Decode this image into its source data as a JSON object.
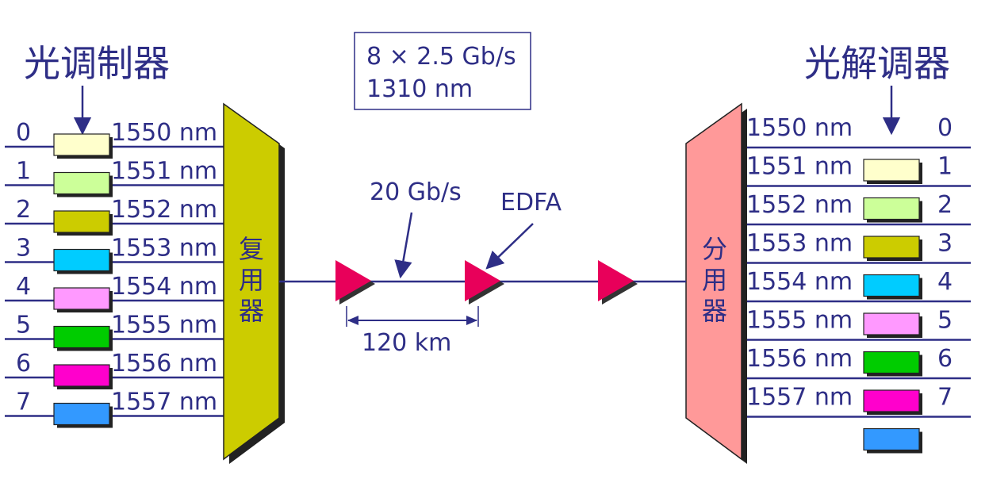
{
  "modulator_title": "光调制器",
  "demodulator_title": "光解调器",
  "info_box": {
    "line1": "8 × 2.5 Gb/s",
    "line2": "1310 nm"
  },
  "multiplexer_label": [
    "复",
    "用",
    "器"
  ],
  "demultiplexer_label": [
    "分",
    "用",
    "器"
  ],
  "bitrate_label": "20 Gb/s",
  "amplifier_label": "EDFA",
  "span_label": "120 km",
  "channels": [
    {
      "index": "0",
      "wavelength": "1550 nm",
      "color": "#ffffcc"
    },
    {
      "index": "1",
      "wavelength": "1551 nm",
      "color": "#ccff99"
    },
    {
      "index": "2",
      "wavelength": "1552 nm",
      "color": "#cccc00"
    },
    {
      "index": "3",
      "wavelength": "1553 nm",
      "color": "#00ccff"
    },
    {
      "index": "4",
      "wavelength": "1554 nm",
      "color": "#ff99ff"
    },
    {
      "index": "5",
      "wavelength": "1555 nm",
      "color": "#00cc00"
    },
    {
      "index": "6",
      "wavelength": "1556 nm",
      "color": "#ff00cc"
    },
    {
      "index": "7",
      "wavelength": "1557 nm",
      "color": "#3399ff"
    }
  ],
  "colors": {
    "line": "#2e2e86",
    "multiplexer_fill": "#cccc00",
    "demultiplexer_fill": "#ff9999",
    "amplifier_fill": "#e8005a",
    "shadow": "#222222"
  }
}
